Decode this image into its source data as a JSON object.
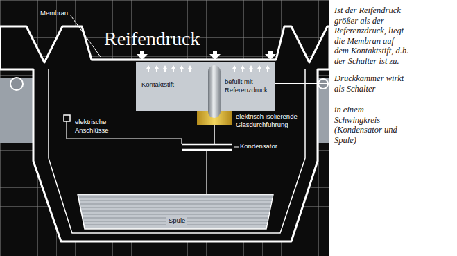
{
  "diagram": {
    "title": "Reifendruck",
    "nodes": [
      {
        "text": [
          "Kontaktstift",
          "befüllt mit Referenzdruck"
        ]
      },
      {
        "text": [
          "Ist der Reifendruck größer als der Referenzdruck, liegt die Membran auf dem Kontaktstift, d.h. der Schalter ist zu.",
          "Druckkammer wirkt als Schalter",
          "in einem Schwingkreis (Kondensator und Spule)"
        ]
      }
    ],
    "edges": [
      {
        "from": 0,
        "to": 1,
        "arrow": "none"
      }
    ],
    "labels": [
      "Membran",
      "elektrische Anschlüsse",
      "elektrisch isolierende Glasdurchführung",
      "Kondensator",
      "Spule"
    ]
  }
}
